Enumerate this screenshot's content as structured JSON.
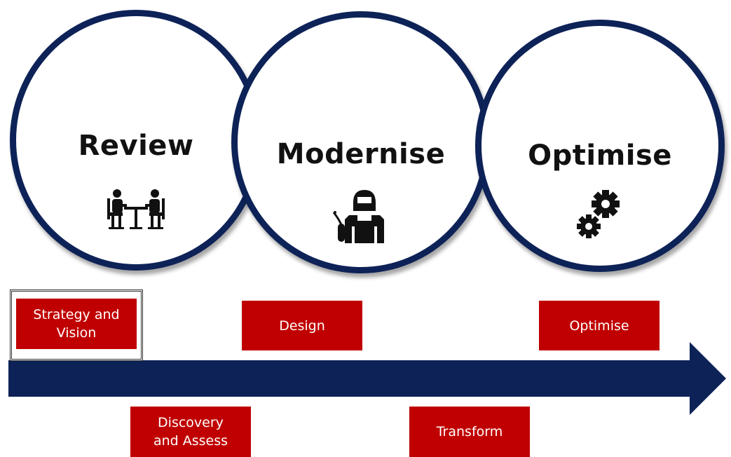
{
  "phases": [
    {
      "title": "Review",
      "icon": "meeting-icon"
    },
    {
      "title": "Modernise",
      "icon": "welder-icon"
    },
    {
      "title": "Optimise",
      "icon": "gears-icon"
    }
  ],
  "steps_above": [
    {
      "label": "Strategy and\nVision"
    },
    {
      "label": "Design"
    },
    {
      "label": "Optimise"
    }
  ],
  "steps_below": [
    {
      "label": "Discovery\nand Assess"
    },
    {
      "label": "Transform"
    }
  ],
  "colors": {
    "circle_border": "#0d2257",
    "arrow": "#0d2257",
    "step_box": "#c00000",
    "step_text": "#ffffff",
    "title_text": "#111111"
  }
}
